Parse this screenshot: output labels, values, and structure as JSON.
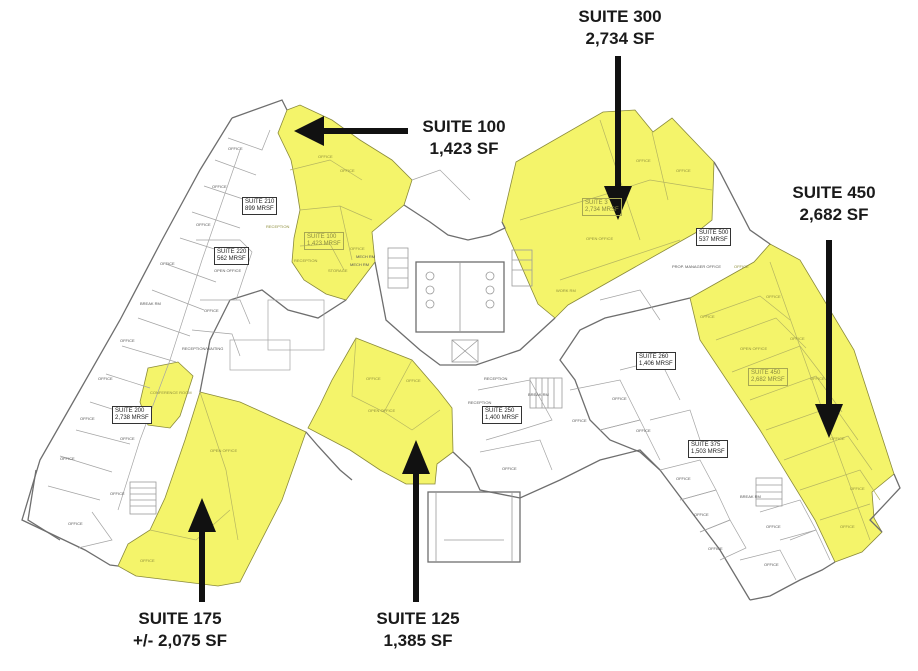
{
  "callouts": {
    "suite_100": {
      "name": "SUITE 100",
      "area": "1,423 SF"
    },
    "suite_300": {
      "name": "SUITE 300",
      "area": "2,734 SF"
    },
    "suite_450": {
      "name": "SUITE 450",
      "area": "2,682 SF"
    },
    "suite_175": {
      "name": "SUITE 175",
      "area": "+/- 2,075 SF"
    },
    "suite_125": {
      "name": "SUITE 125",
      "area": "1,385 SF"
    }
  },
  "tags": {
    "suite_210": {
      "name": "SUITE 210",
      "area": "899 MRSF"
    },
    "suite_220": {
      "name": "SUITE 220",
      "area": "562 MRSF"
    },
    "suite_100": {
      "name": "SUITE 100",
      "area": "1,423 MRSF"
    },
    "suite_300": {
      "name": "SUITE 3",
      "area": "2,734 MRSF"
    },
    "suite_500": {
      "name": "SUITE 500",
      "area": "537 MRSF"
    },
    "suite_450": {
      "name": "SUITE 450",
      "area": "2,682 MRSF"
    },
    "suite_200": {
      "name": "SUITE 200",
      "area": "2,738 MRSF"
    },
    "suite_260": {
      "name": "SUITE 260",
      "area": "1,406 MRSF"
    },
    "suite_250": {
      "name": "SUITE 250",
      "area": "1,400 MRSF"
    },
    "suite_375": {
      "name": "SUITE 375",
      "area": "1,503 MRSF"
    }
  },
  "room_labels": {
    "office": "OFFICE",
    "open_office": "OPEN OFFICE",
    "reception": "RECEPTION",
    "break_rm": "BREAK RM",
    "work_rm": "WORK RM",
    "conference_room": "CONFERENCE ROOM",
    "reception_waiting": "RECEPTION/WAITING",
    "prop_manager_office": "PROP. MANAGER OFFICE",
    "mech_rm": "MECH RM",
    "storage": "STORAGE"
  },
  "colors": {
    "highlight": "#f4f46a",
    "walls": "#6e6e6e",
    "arrows": "#111111",
    "text": "#1a1a1a"
  }
}
